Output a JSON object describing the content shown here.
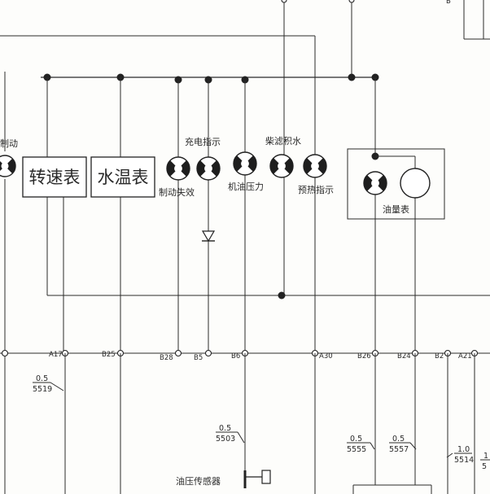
{
  "gauges": {
    "tachometer": "转速表",
    "water_temp": "水温表"
  },
  "lamps": {
    "brake_partial": "制动",
    "brake_failure": "制动失效",
    "charging": "充电指示",
    "oil_pressure": "机油压力",
    "water_in_filter": "柴滤积水",
    "preheat": "预热指示"
  },
  "fuel_gauge": "油量表",
  "oil_pressure_sensor": "油压传感器",
  "terminals": [
    "A17",
    "B25",
    "B28",
    "B5",
    "B6",
    "A30",
    "B26",
    "B24",
    "B2",
    "A21"
  ],
  "wires": [
    {
      "gauge": "0.5",
      "number": "5519"
    },
    {
      "gauge": "0.5",
      "number": "5503"
    },
    {
      "gauge": "0.5",
      "number": "5555"
    },
    {
      "gauge": "0.5",
      "number": "5557"
    },
    {
      "gauge": "1.0",
      "number": "5514"
    },
    {
      "gauge": "1",
      "number": "5"
    }
  ],
  "top_right_label": "B"
}
